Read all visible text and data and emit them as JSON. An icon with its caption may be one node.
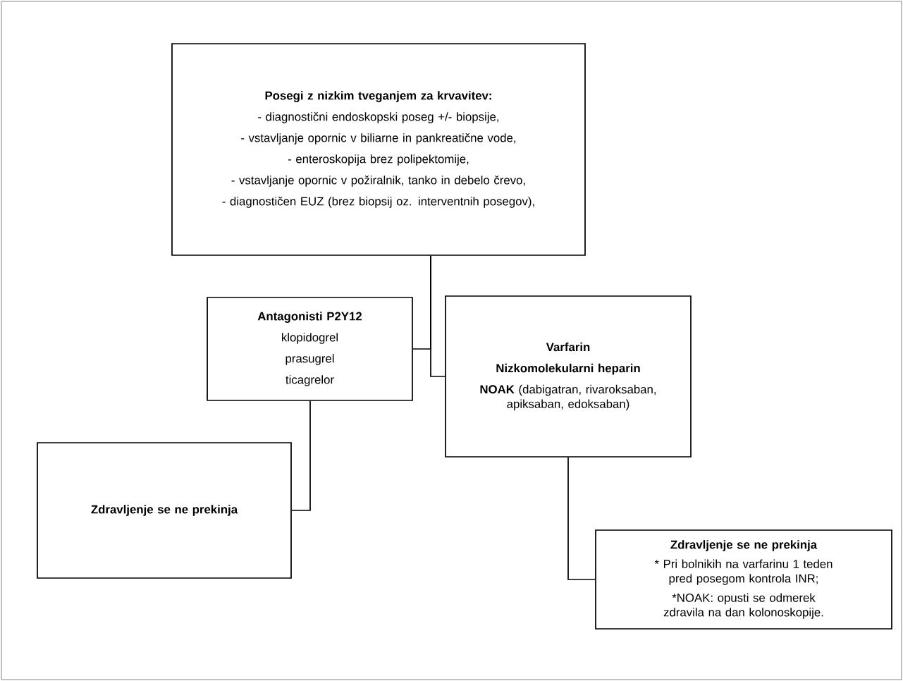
{
  "diagram": {
    "nodes": [
      {
        "text": [
          "Posegi z nizkim tveganjem za krvavitev:",
          "- diagnostični endoskopski poseg +/- biopsije,",
          "- vstavljanje opornic v biliarne in pankreatične vode,",
          "- enteroskopija brez polipektomije,",
          "- vstavljanje opornic v požiralnik, tanko in debelo črevo,",
          "- diagnostičen EUZ (brez biopsij oz. interventnih posegov),"
        ]
      },
      {
        "text": [
          "Antagonisti P2Y12",
          "klopidogrel",
          "prasugrel",
          "ticagrelor"
        ]
      },
      {
        "text": [
          "Varfarin",
          "Nizkomolekularni heparin",
          "**NOAK** (dabigatran, rivaroksaban, apiksaban, edoksaban)"
        ]
      },
      {
        "text": [
          "Zdravljenje se ne prekinja"
        ]
      },
      {
        "text": [
          "Zdravljenje se ne prekinja",
          "* Pri bolnikih na varfarinu 1 teden pred posegom kontrola INR;",
          "*NOAK: opusti se odmerek zdravila na dan kolonoskopije."
        ]
      }
    ],
    "edges": [
      {
        "from": 0,
        "to": 1,
        "arrow": "none"
      },
      {
        "from": 0,
        "to": 2,
        "arrow": "none"
      },
      {
        "from": 1,
        "to": 3,
        "arrow": "none"
      },
      {
        "from": 2,
        "to": 4,
        "arrow": "none"
      }
    ]
  }
}
